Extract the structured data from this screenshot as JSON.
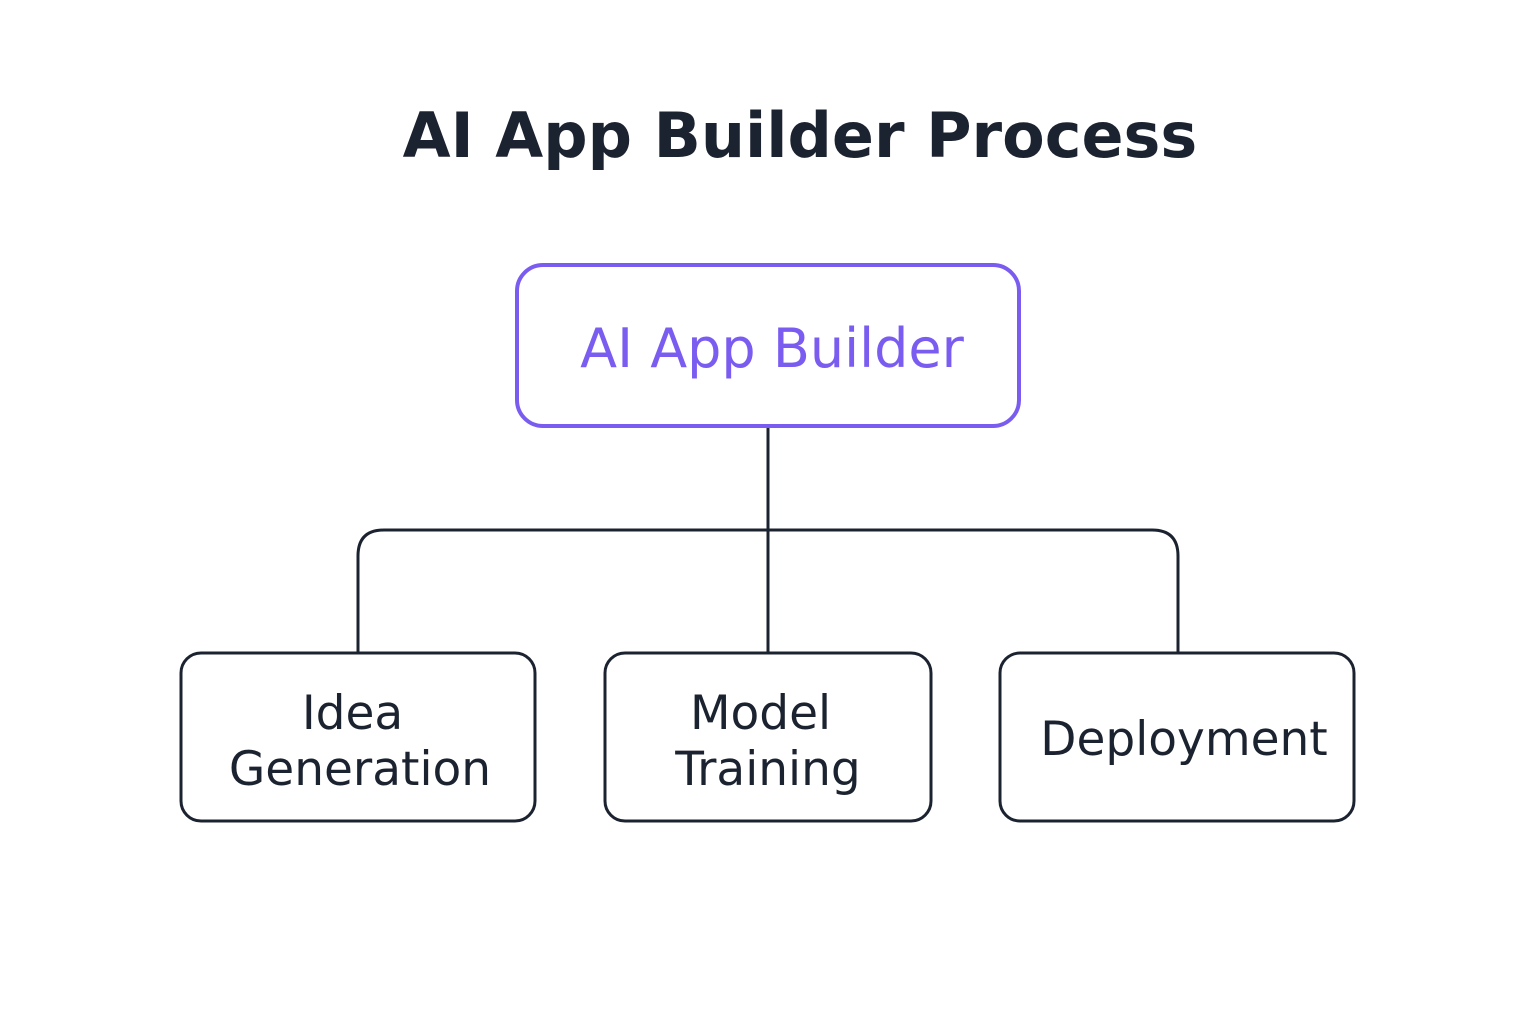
{
  "title": "AI App Builder Process",
  "root": {
    "label": "AI App Builder",
    "color": "#7b5cf0"
  },
  "children": [
    {
      "lines": [
        "Idea",
        "Generation"
      ]
    },
    {
      "lines": [
        "Model",
        "Training"
      ]
    },
    {
      "lines": [
        "Deployment"
      ]
    }
  ],
  "colors": {
    "text": "#1c2330",
    "stroke": "#1c2330",
    "background": "#ffffff"
  }
}
